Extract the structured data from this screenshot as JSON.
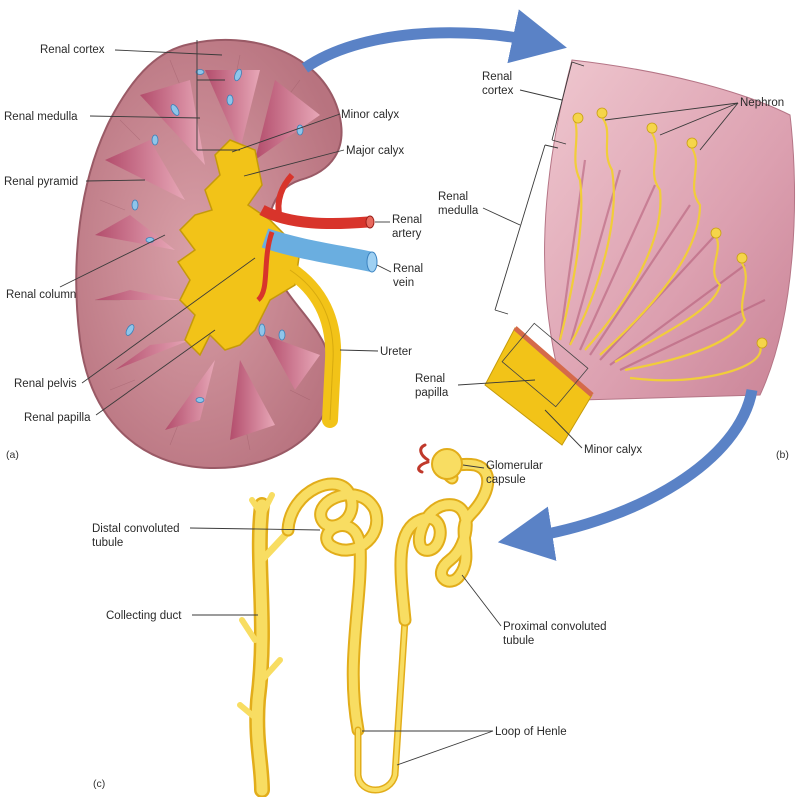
{
  "panels": {
    "a": "(a)",
    "b": "(b)",
    "c": "(c)"
  },
  "labels": {
    "renal_cortex": "Renal cortex",
    "renal_medulla": "Renal medulla",
    "renal_pyramid": "Renal pyramid",
    "renal_column": "Renal column",
    "renal_pelvis": "Renal pelvis",
    "renal_papilla": "Renal papilla",
    "minor_calyx": "Minor calyx",
    "major_calyx": "Major calyx",
    "renal_artery_1": "Renal",
    "renal_artery_2": "artery",
    "renal_vein_1": "Renal",
    "renal_vein_2": "vein",
    "ureter": "Ureter",
    "b_renal_cortex_1": "Renal",
    "b_renal_cortex_2": "cortex",
    "b_renal_medulla_1": "Renal",
    "b_renal_medulla_2": "medulla",
    "nephron": "Nephron",
    "b_renal_papilla_1": "Renal",
    "b_renal_papilla_2": "papilla",
    "b_minor_calyx": "Minor calyx",
    "glomerular_capsule_1": "Glomerular",
    "glomerular_capsule_2": "capsule",
    "distal_tubule_1": "Distal convoluted",
    "distal_tubule_2": "tubule",
    "collecting_duct": "Collecting duct",
    "proximal_tubule_1": "Proximal convoluted",
    "proximal_tubule_2": "tubule",
    "loop_of_henle": "Loop of Henle"
  },
  "colors": {
    "cortex": "#c98f9a",
    "medulla": "#c0647e",
    "pelvis": "#f2c318",
    "artery": "#d8342b",
    "vein": "#6aaee0",
    "arrow": "#5a82c6",
    "tubule": "#f6d54a"
  }
}
